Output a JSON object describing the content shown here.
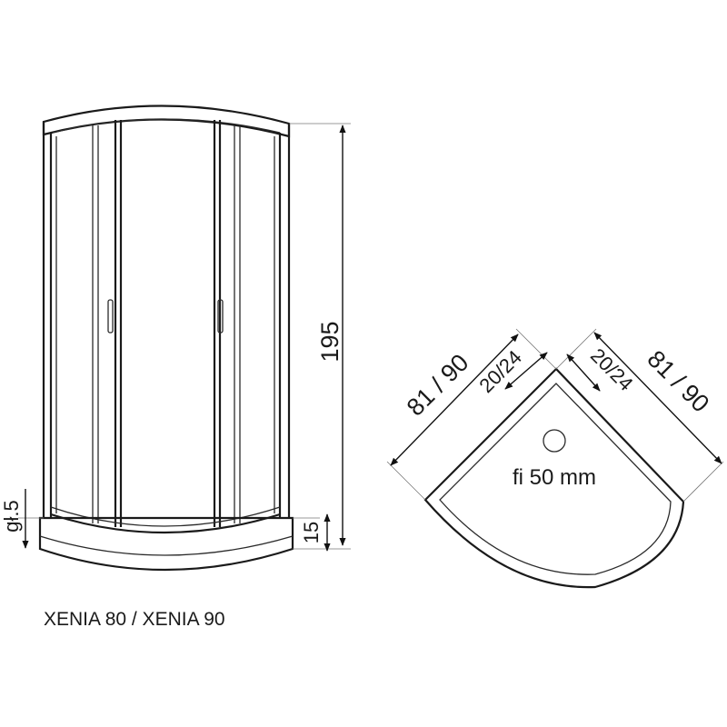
{
  "front_view": {
    "height_label": "195",
    "tray_height_label": "15",
    "depth_label": "gł.5"
  },
  "top_view": {
    "side_left_label": "81 / 90",
    "side_right_label": "81 / 90",
    "corner_left_label": "20/24",
    "corner_right_label": "20/24",
    "drain_label": "fi 50 mm"
  },
  "caption": "XENIA 80 / XENIA 90"
}
